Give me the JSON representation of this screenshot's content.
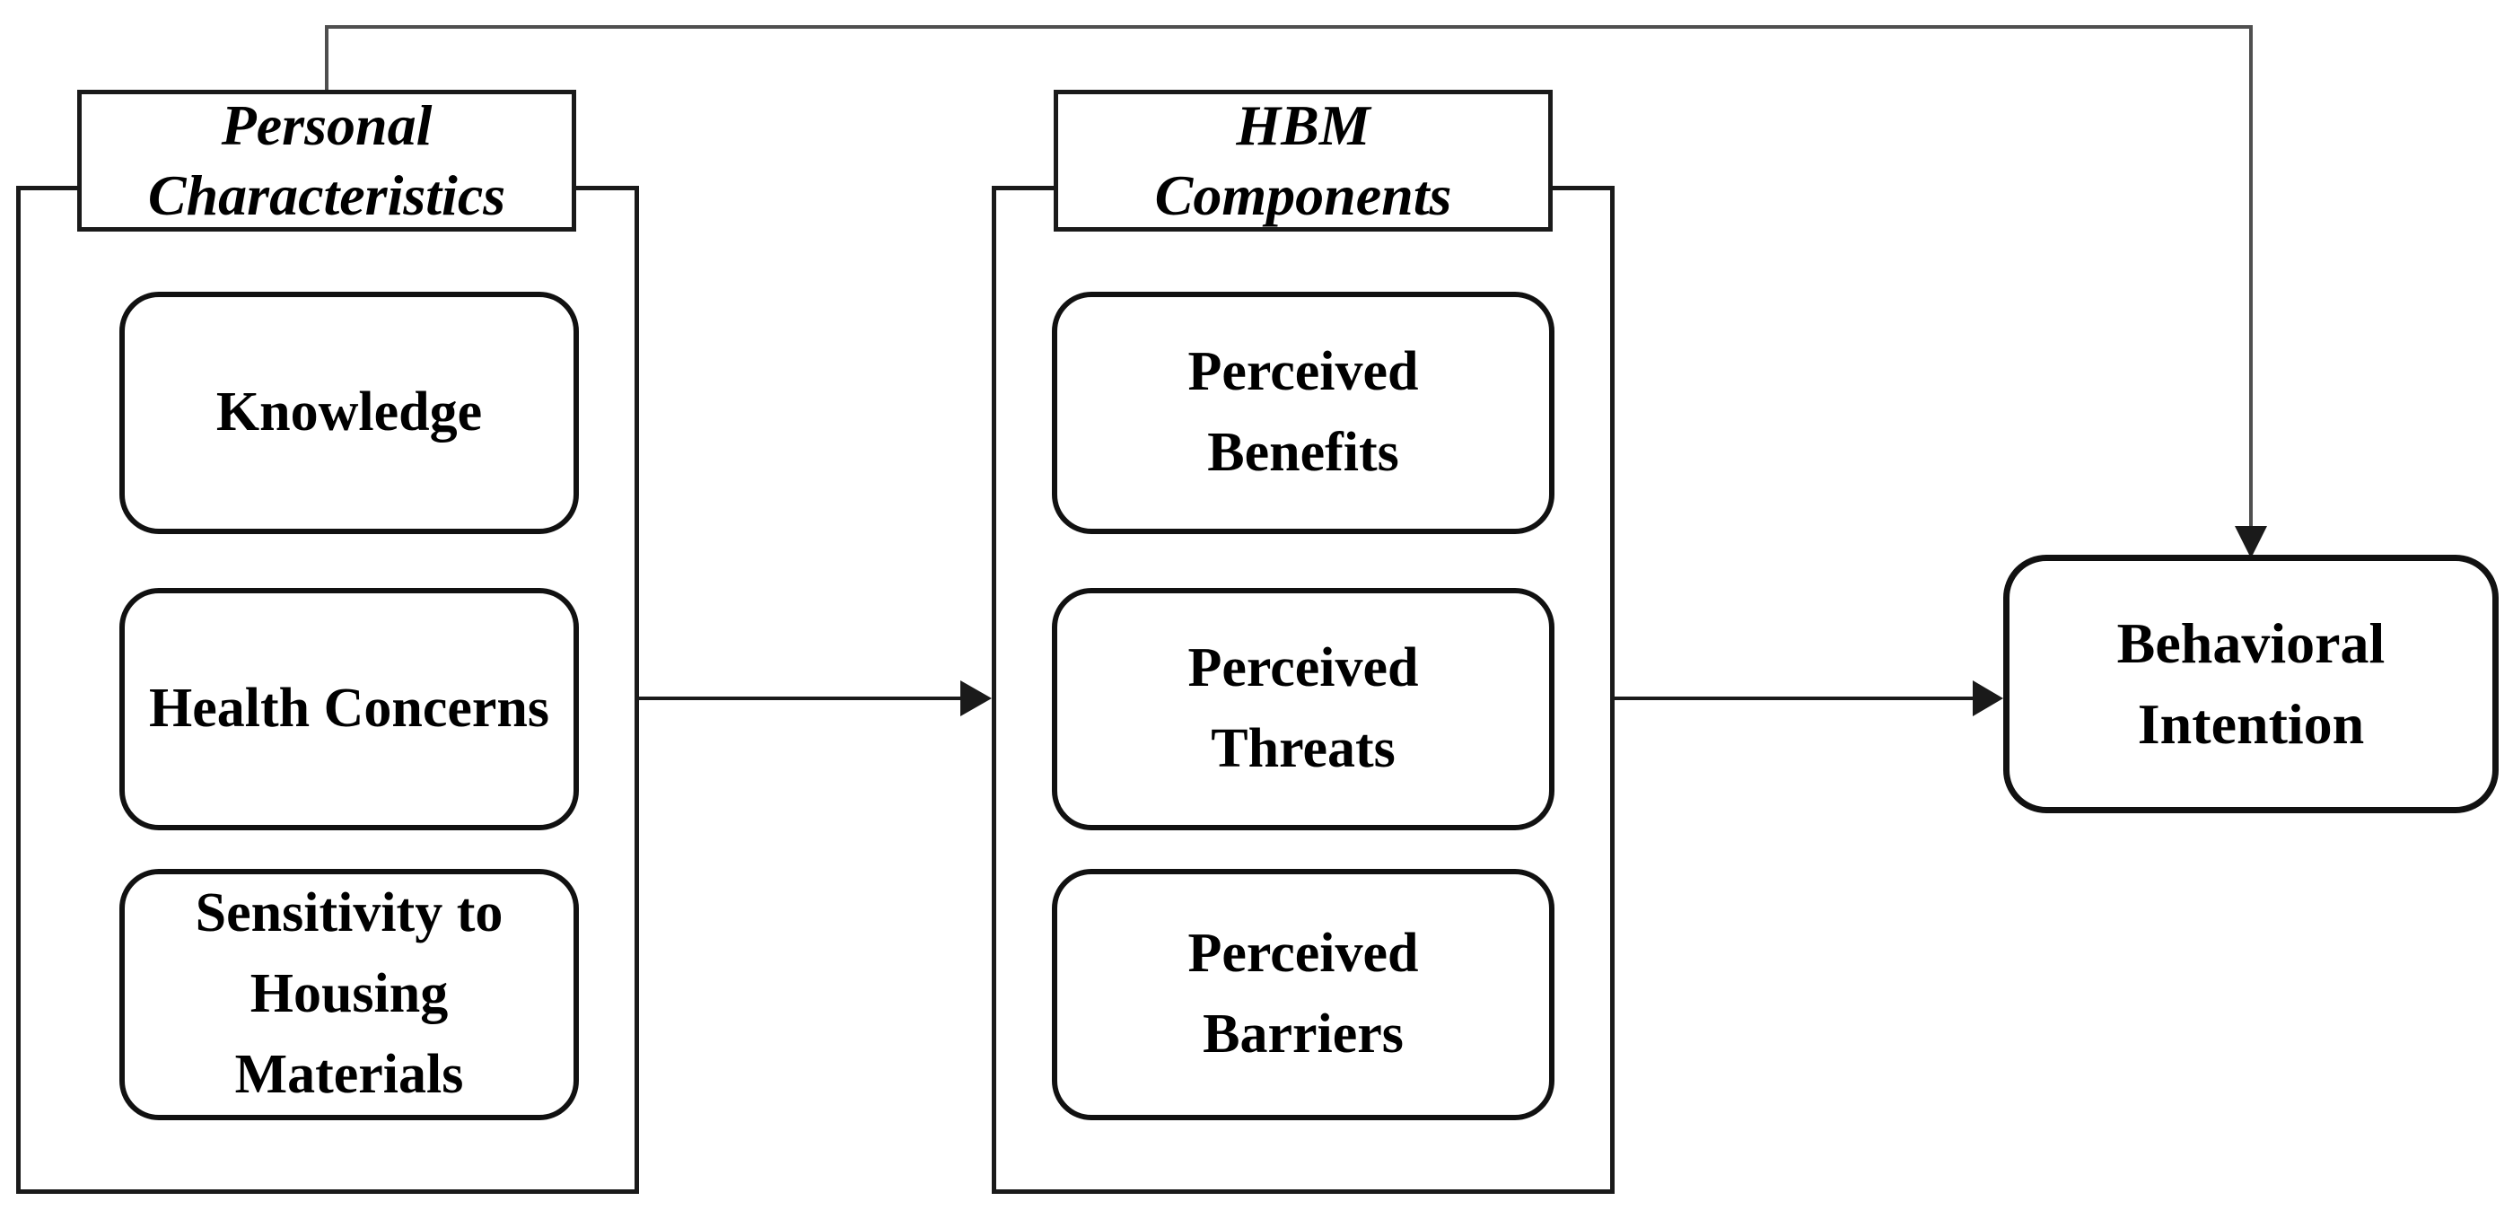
{
  "figure": {
    "background_color": "#ffffff",
    "box_line_color": "#111111",
    "arrow_color": "#1a1a1a",
    "feedback_line_color": "#4f4f4f"
  },
  "personal_group": {
    "title_lines": [
      "Personal",
      "Characteristics"
    ],
    "items": [
      {
        "label": "Knowledge",
        "lines": [
          "Knowledge"
        ]
      },
      {
        "label": "Health Concerns",
        "lines": [
          "Health Concerns"
        ]
      },
      {
        "label": "Sensitivity to Housing Materials",
        "lines": [
          "Sensitivity to",
          "Housing",
          "Materials"
        ]
      }
    ]
  },
  "hbm_group": {
    "title_lines": [
      "HBM",
      "Components"
    ],
    "items": [
      {
        "label": "Perceived Benefits",
        "lines": [
          "Perceived",
          "Benefits"
        ]
      },
      {
        "label": "Perceived Threats",
        "lines": [
          "Perceived",
          "Threats"
        ]
      },
      {
        "label": "Perceived Barriers",
        "lines": [
          "Perceived",
          "Barriers"
        ]
      }
    ]
  },
  "outcome": {
    "label": "Behavioral Intention",
    "lines": [
      "Behavioral",
      "Intention"
    ]
  }
}
